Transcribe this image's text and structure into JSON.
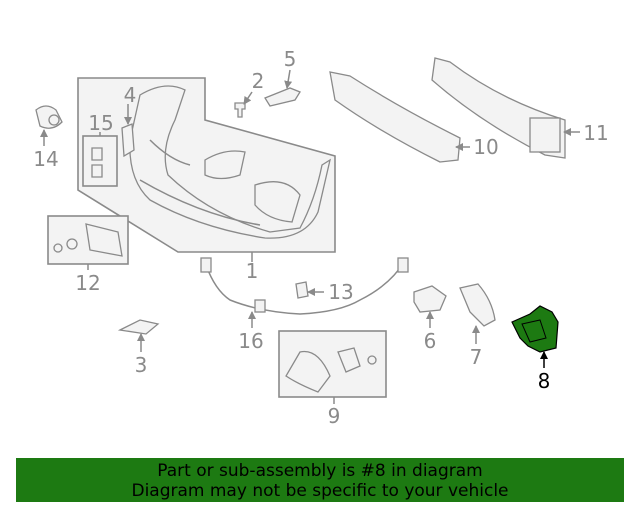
{
  "diagram": {
    "callouts": {
      "c1": "1",
      "c2": "2",
      "c3": "3",
      "c4": "4",
      "c5": "5",
      "c6": "6",
      "c7": "7",
      "c8": "8",
      "c9": "9",
      "c10": "10",
      "c11": "11",
      "c12": "12",
      "c13": "13",
      "c14": "14",
      "c15": "15",
      "c16": "16"
    },
    "highlighted_part": "8",
    "highlight_color": "#1d7a12"
  },
  "banner": {
    "line1": "Part or sub-assembly is #8 in diagram",
    "line2": "Diagram may not be specific to your vehicle",
    "background": "#1d7a12"
  }
}
